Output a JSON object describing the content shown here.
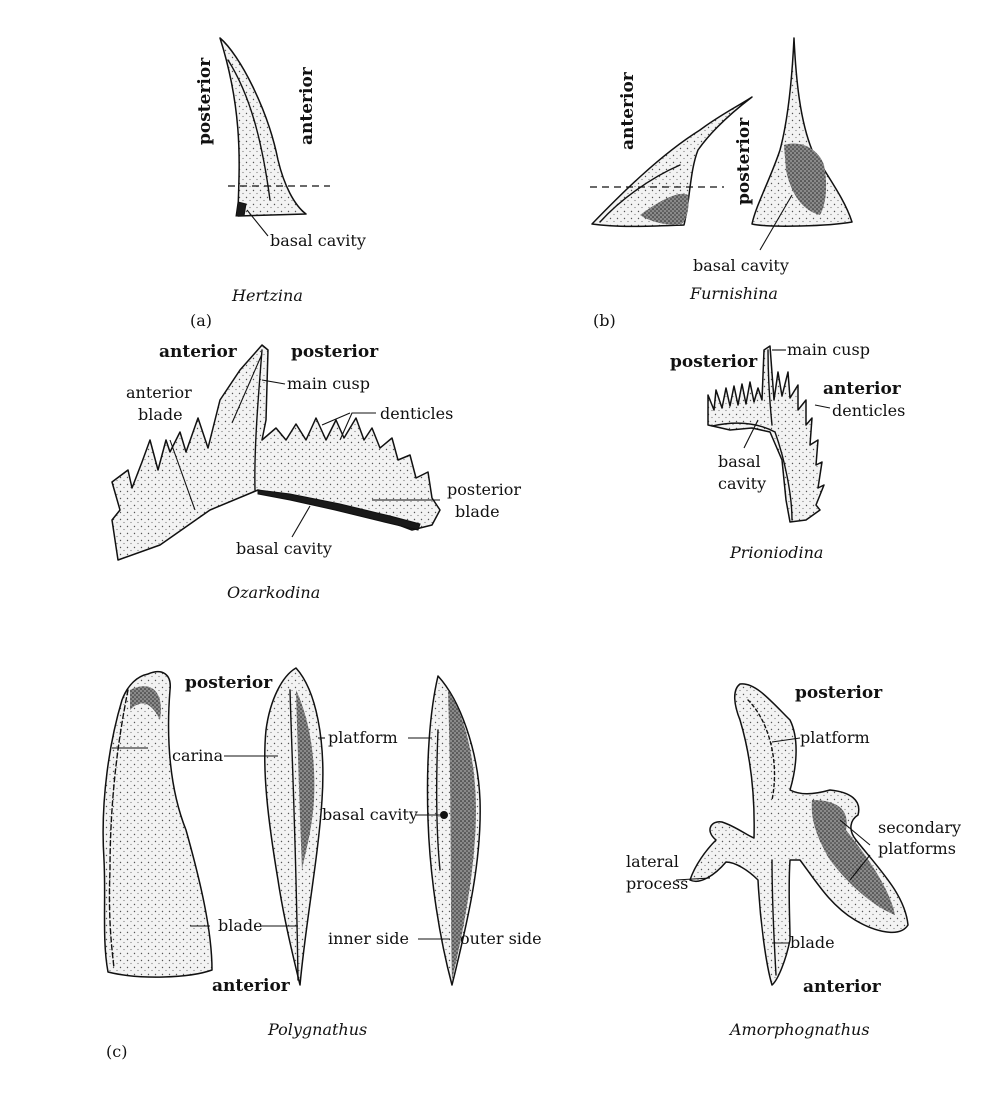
{
  "hertzina": {
    "name": "Hertzina",
    "panel": "(a)",
    "posterior": "posterior",
    "anterior": "anterior",
    "basal_cavity": "basal cavity"
  },
  "furnishina": {
    "name": "Furnishina",
    "panel": "(b)",
    "anterior": "anterior",
    "posterior": "posterior",
    "basal_cavity": "basal cavity"
  },
  "ozarkodina": {
    "name": "Ozarkodina",
    "anterior": "anterior",
    "posterior": "posterior",
    "main_cusp": "main cusp",
    "anterior_blade_1": "anterior",
    "anterior_blade_2": "blade",
    "denticles": "denticles",
    "posterior_blade_1": "posterior",
    "posterior_blade_2": "blade",
    "basal_cavity": "basal cavity"
  },
  "prioniodina": {
    "name": "Prioniodina",
    "posterior": "posterior",
    "main_cusp": "main cusp",
    "anterior": "anterior",
    "denticles": "denticles",
    "basal_cavity_1": "basal",
    "basal_cavity_2": "cavity"
  },
  "polygnathus": {
    "name": "Polygnathus",
    "panel": "(c)",
    "posterior": "posterior",
    "anterior": "anterior",
    "carina": "carina",
    "platform": "platform",
    "basal_cavity": "basal cavity",
    "blade": "blade",
    "inner_side": "inner side",
    "outer_side": "outer side"
  },
  "amorphognathus": {
    "name": "Amorphognathus",
    "posterior": "posterior",
    "platform": "platform",
    "secondary_1": "secondary",
    "secondary_2": "platforms",
    "lateral_1": "lateral",
    "lateral_2": "process",
    "blade": "blade",
    "anterior": "anterior"
  }
}
